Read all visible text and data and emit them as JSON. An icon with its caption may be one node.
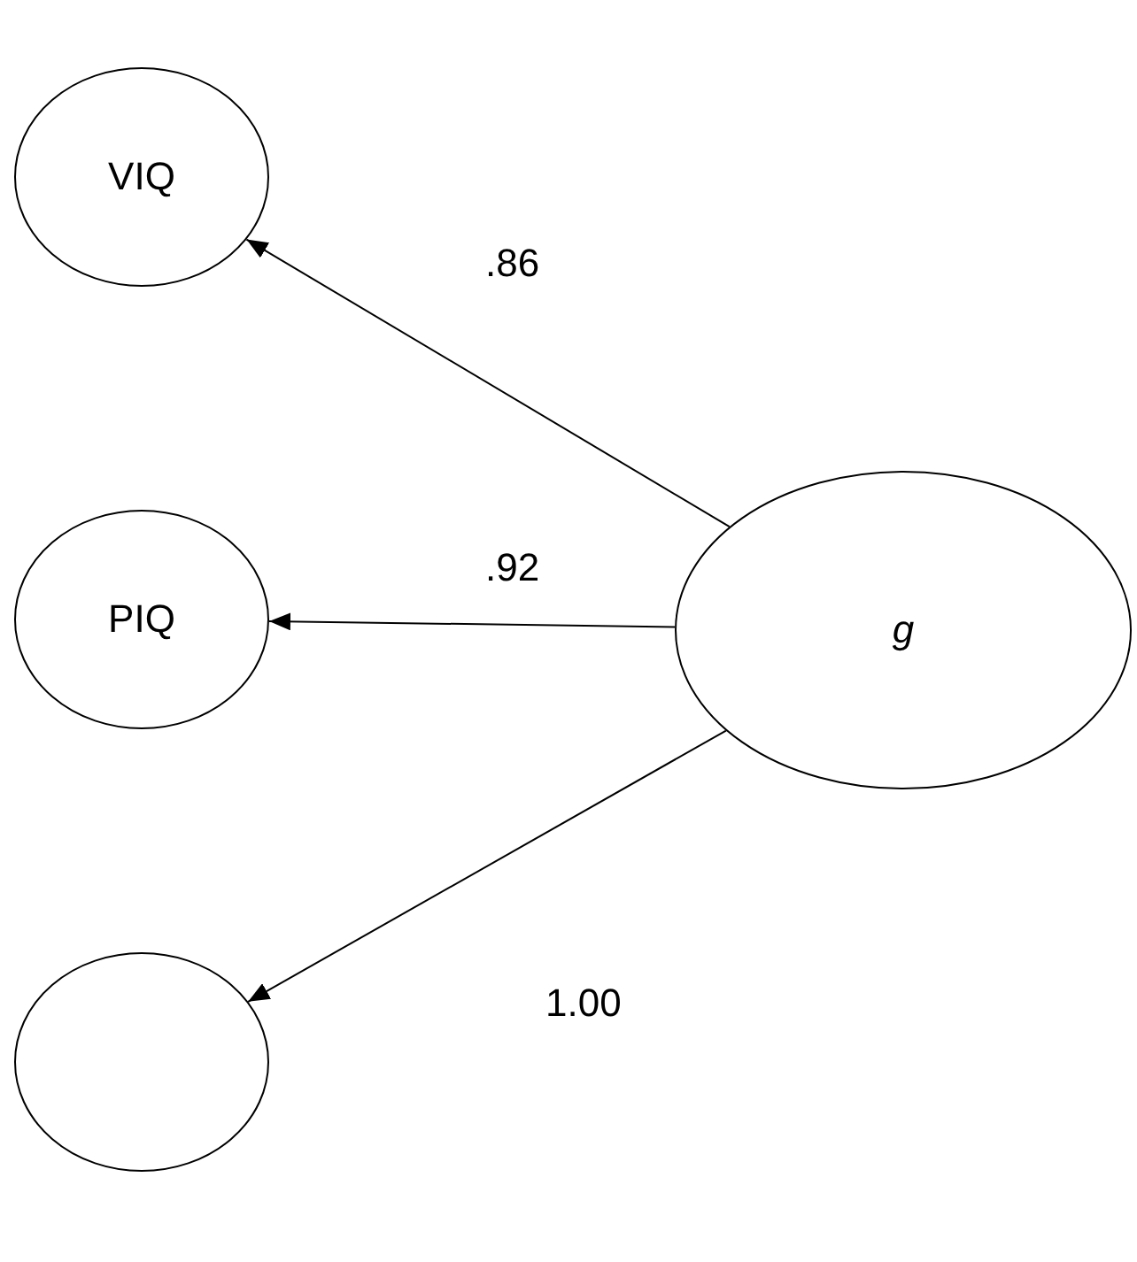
{
  "diagram": {
    "nodes": [
      {
        "text": [
          "VIQ"
        ]
      },
      {
        "text": [
          "PIQ"
        ]
      },
      {
        "text": [],
        "shape": "ellipse"
      },
      {
        "text": [
          "g"
        ]
      }
    ],
    "edges": [
      {
        "from": 3,
        "to": 0,
        "arrow": "to",
        "label": ".86"
      },
      {
        "from": 3,
        "to": 1,
        "arrow": "to",
        "label": ".92"
      },
      {
        "from": 3,
        "to": 2,
        "arrow": "to",
        "label": "1.00"
      }
    ]
  }
}
